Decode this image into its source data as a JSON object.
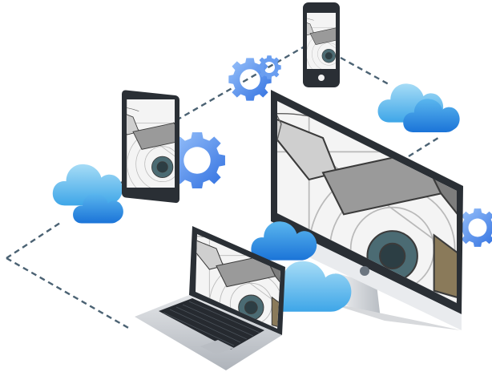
{
  "illustration": {
    "devices": [
      {
        "kind": "smartphone",
        "screen_content": "cad-drawing"
      },
      {
        "kind": "tablet",
        "screen_content": "cad-drawing"
      },
      {
        "kind": "desktop-monitor",
        "screen_content": "cad-drawing"
      },
      {
        "kind": "laptop",
        "screen_content": "cad-drawing"
      }
    ],
    "decorations": [
      "cloud-icon",
      "cloud-icon",
      "cloud-icon",
      "gear-icon",
      "gear-icon",
      "gear-icon",
      "gear-icon"
    ],
    "colors": {
      "background": "#ffffff",
      "cloud_light": "#8fd2f2",
      "cloud_mid": "#4fb3ea",
      "cloud_dark": "#1e88e5",
      "gear_blue": "#3f7fe6",
      "gear_light": "#7fb0f5",
      "connector": "#4b6273",
      "device_frame": "#2a2f35",
      "screen_bg": "#f3f3f3",
      "laptop_body": "#c9ccd1"
    }
  }
}
